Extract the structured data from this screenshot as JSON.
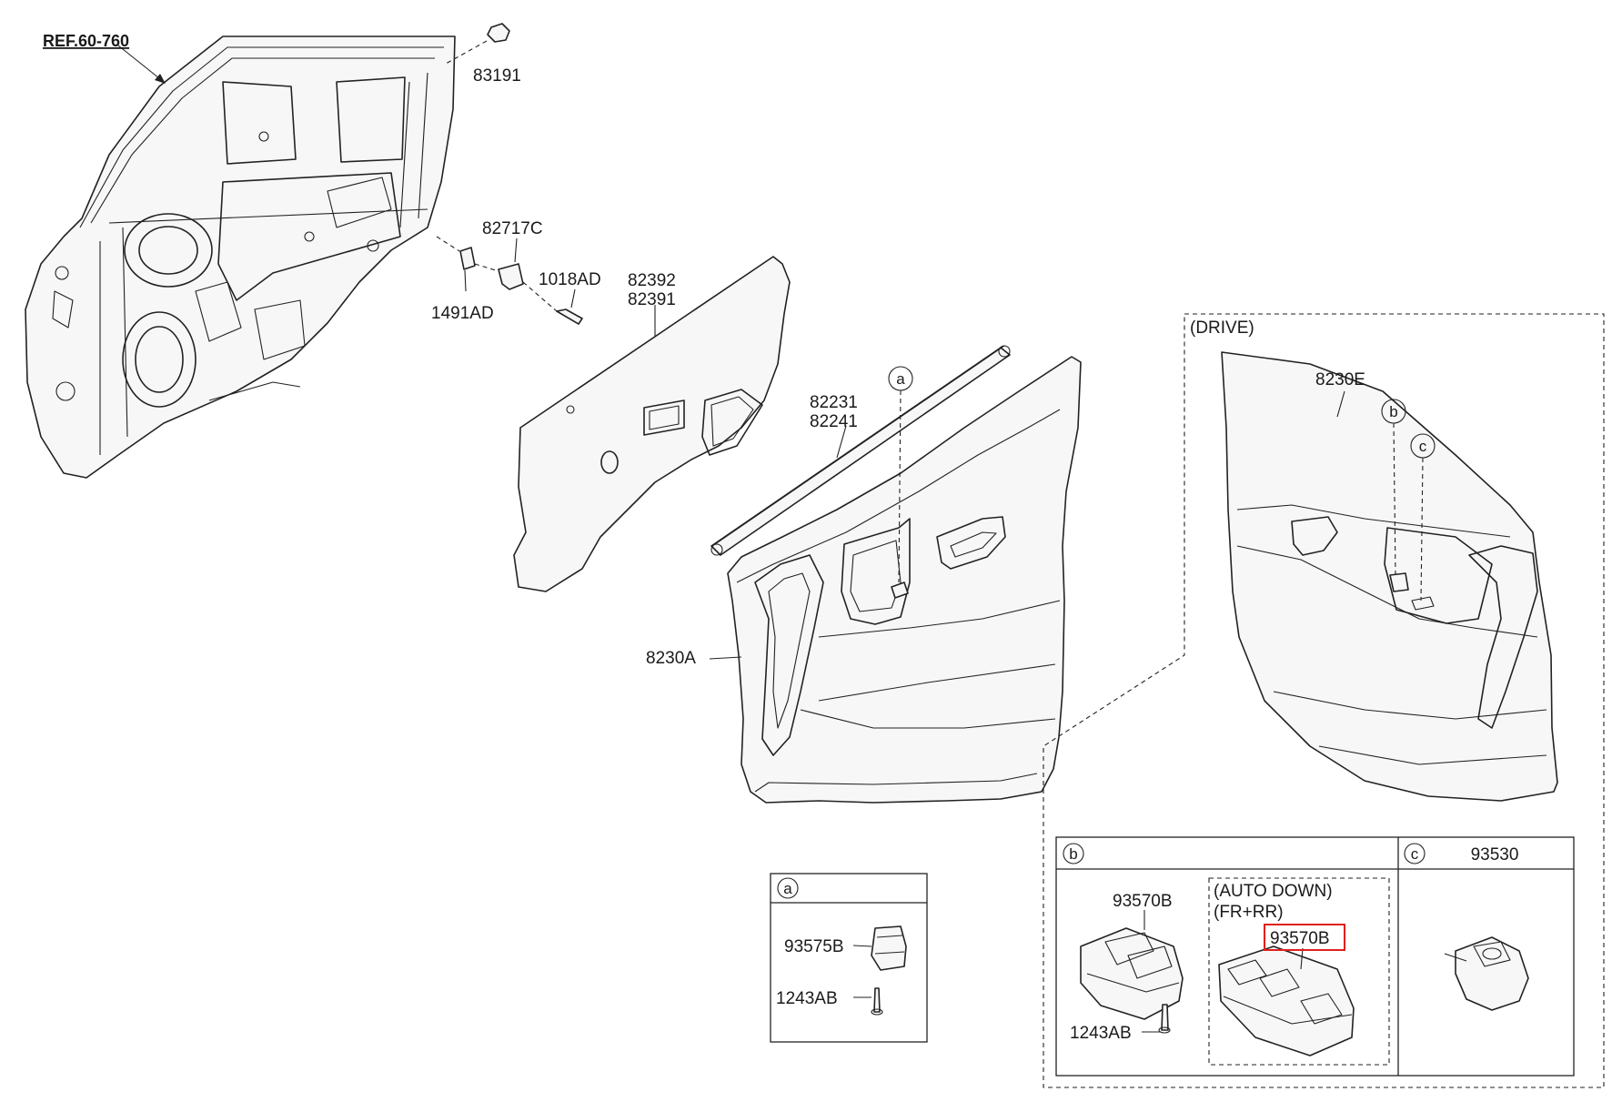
{
  "reference": "REF.60-760",
  "callouts": {
    "p83191": "83191",
    "p82717C": "82717C",
    "p1018AD": "1018AD",
    "p1491AD": "1491AD",
    "p82392": "82392",
    "p82391": "82391",
    "p82231": "82231",
    "p82241": "82241",
    "p8230A": "8230A",
    "p8230E": "8230E"
  },
  "bubbles": {
    "a": "a",
    "b": "b",
    "c": "c"
  },
  "drive_label": "(DRIVE)",
  "panel_a": {
    "letter": "a",
    "part_switch": "93575B",
    "part_screw": "1243AB"
  },
  "panel_b": {
    "letter": "b",
    "part_switch": "93570B",
    "part_screw": "1243AB",
    "option_line1": "(AUTO DOWN)",
    "option_line2": "(FR+RR)",
    "part_switch_auto": "93570B"
  },
  "panel_c": {
    "letter": "c",
    "part": "93530"
  },
  "colors": {
    "line": "#222222",
    "highlight": "#e0201c"
  }
}
